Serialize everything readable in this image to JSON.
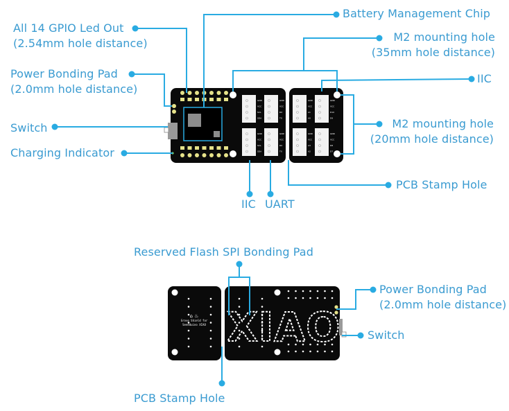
{
  "colors": {
    "accent": "#29abe2",
    "label_text": "#3a9bd1",
    "pcb": "#0a0a0a",
    "pad_gold": "#e6e28a",
    "connector": "#f2f2f2",
    "chip": "#8c8c8c"
  },
  "front_view": {
    "labels": {
      "gpio": {
        "line1": "All 14 GPIO Led Out",
        "line2": "(2.54mm hole distance)"
      },
      "power_pad": {
        "line1": "Power Bonding Pad",
        "line2": "(2.0mm hole distance)"
      },
      "switch": {
        "line1": "Switch"
      },
      "charging": {
        "line1": "Charging Indicator"
      },
      "battery_chip": {
        "line1": "Battery Management Chip"
      },
      "m2_35": {
        "line1": "M2 mounting hole",
        "line2": "(35mm hole distance)"
      },
      "iic_right": {
        "line1": "IIC"
      },
      "m2_20": {
        "line1": "M2 mounting hole",
        "line2": "(20mm hole distance)"
      },
      "stamp_hole": {
        "line1": "PCB Stamp Hole"
      },
      "iic_bottom": {
        "line1": "IIC"
      },
      "uart_bottom": {
        "line1": "UART"
      }
    },
    "connector_pins": [
      [
        "GND",
        "VCC",
        "SCL",
        "SDA"
      ],
      [
        "GND",
        "VCC",
        "RX",
        "TX"
      ],
      [
        "GND",
        "VCC",
        "A1",
        "A0"
      ],
      [
        "GND",
        "VCC",
        "D10",
        "D9"
      ],
      [
        "GND",
        "VCC",
        "SCL",
        "SDA"
      ],
      [
        "GND",
        "VCC",
        "RX",
        "TX"
      ],
      [
        "GND",
        "VCC",
        "A3",
        "A2"
      ],
      [
        "GND",
        "VCC",
        "D8",
        "D7"
      ]
    ]
  },
  "back_view": {
    "silkscreen_logo": "XIAO",
    "silkscreen_text": {
      "line1": "Grove Shield for",
      "line2": "Seeeduino XIAO"
    },
    "labels": {
      "flash_spi": {
        "line1": "Reserved Flash SPI Bonding Pad"
      },
      "power_pad": {
        "line1": "Power Bonding Pad",
        "line2": "(2.0mm hole distance)"
      },
      "switch": {
        "line1": "Switch"
      },
      "stamp_hole": {
        "line1": "PCB Stamp Hole"
      }
    }
  }
}
